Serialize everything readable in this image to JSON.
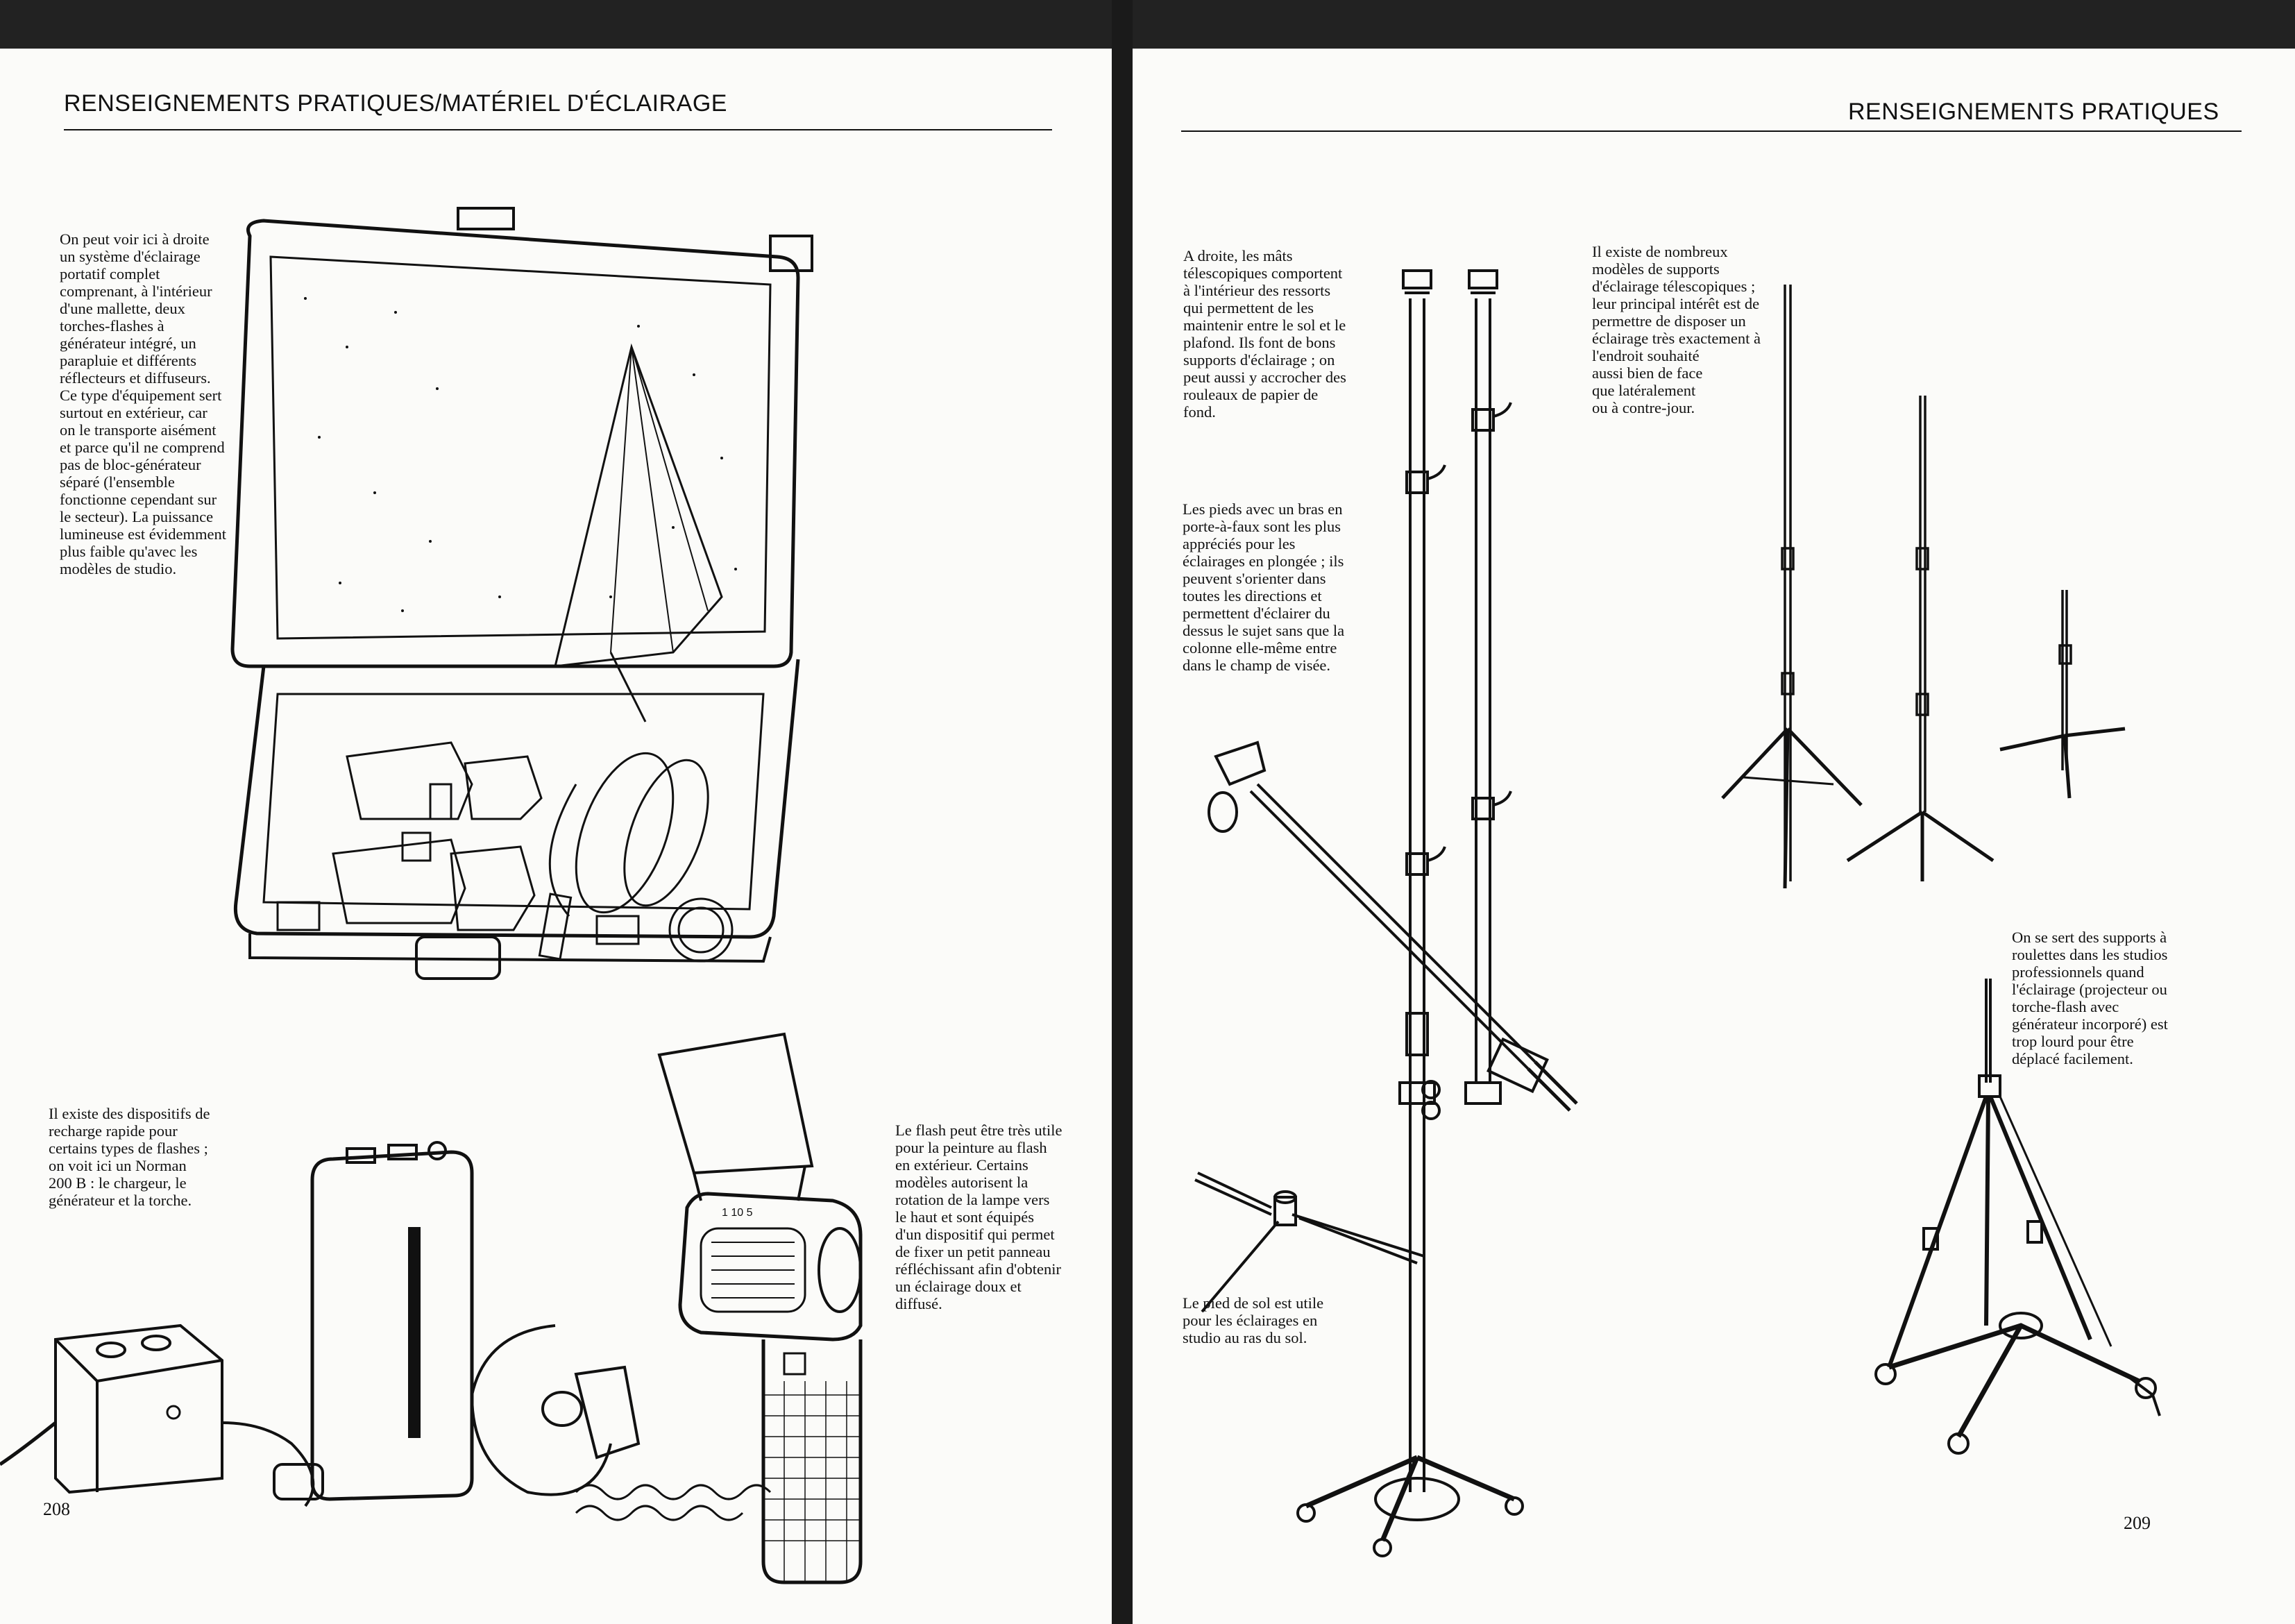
{
  "left_page": {
    "header": "RENSEIGNEMENTS PRATIQUES/MATÉRIEL D'ÉCLAIRAGE",
    "captions": {
      "case_kit": "On peut voir ici à droite\nun système d'éclairage\nportatif complet\ncomprenant, à l'intérieur\nd'une mallette, deux\ntorches-flashes à\ngénérateur intégré, un\nparapluie et différents\nréflecteurs et diffuseurs.\nCe type d'équipement sert\nsurtout en extérieur, car\non le transporte aisément\net parce qu'il ne comprend\npas de bloc-générateur\nséparé (l'ensemble\nfonctionne cependant sur\nle secteur). La puissance\nlumineuse est évidemment\nplus faible qu'avec les\nmodèles de studio.",
      "charger": "Il existe des dispositifs de\nrecharge rapide pour\ncertains types de flashes ;\non voit ici un Norman\n200 B : le chargeur, le\ngénérateur et la torche.",
      "flash_panel": "Le flash peut être très utile\npour la peinture au flash\nen extérieur. Certains\nmodèles autorisent la\nrotation de la lampe vers\nle haut et sont équipés\nd'un dispositif qui permet\nde fixer un petit panneau\nréfléchissant afin d'obtenir\nun éclairage doux et\ndiffusé."
    },
    "folio": "208"
  },
  "right_page": {
    "header": "RENSEIGNEMENTS PRATIQUES",
    "captions": {
      "telescopic_poles": "A droite, les mâts\ntélescopiques comportent\nà l'intérieur des ressorts\nqui permettent de les\nmaintenir entre le sol et le\nplafond. Ils font de bons\nsupports d'éclairage ; on\npeut aussi y accrocher des\nrouleaux de papier de\nfond.",
      "boom_stands": "Les pieds avec un bras en\nporte-à-faux sont les plus\nappréciés pour les\néclairages en plongée ; ils\npeuvent s'orienter dans\ntoutes les directions et\npermettent d'éclairer du\ndessus le sujet sans que la\ncolonne elle-même entre\ndans le champ de visée.",
      "floor_stand": "Le pied de sol est utile\npour les éclairages en\nstudio au ras du sol.",
      "telescopic_supports": "Il existe de nombreux\nmodèles de supports\nd'éclairage télescopiques ;\nleur principal intérêt est de\npermettre de disposer un\néclairage très exactement à\nl'endroit souhaité\naussi bien de face\nque latéralement\nou à contre-jour.",
      "rolling_supports": "On se sert des supports à\nroulettes dans les studios\nprofessionnels quand\nl'éclairage (projecteur ou\ntorche-flash avec\ngénérateur incorporé) est\ntrop lourd pour être\ndéplacé facilement."
    },
    "folio": "209"
  },
  "illustration_labels": {
    "flash_gun_dial": "1 10 5"
  },
  "colors": {
    "ink": "#111111",
    "paper": "#fbfbf9"
  }
}
